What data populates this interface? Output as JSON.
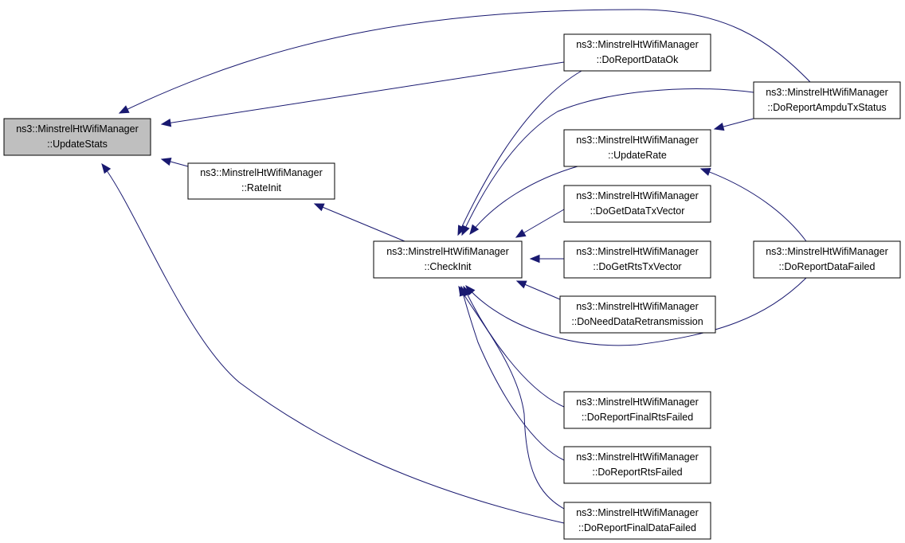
{
  "graph": {
    "colors": {
      "edge": "#191970",
      "focus_fill": "#bfbfbf",
      "node_fill": "#ffffff",
      "border": "#000000"
    },
    "nodes": [
      {
        "id": "update_stats",
        "line1": "ns3::MinstrelHtWifiManager",
        "line2": "::UpdateStats",
        "focus": true
      },
      {
        "id": "rate_init",
        "line1": "ns3::MinstrelHtWifiManager",
        "line2": "::RateInit"
      },
      {
        "id": "check_init",
        "line1": "ns3::MinstrelHtWifiManager",
        "line2": "::CheckInit"
      },
      {
        "id": "do_report_data_ok",
        "line1": "ns3::MinstrelHtWifiManager",
        "line2": "::DoReportDataOk"
      },
      {
        "id": "update_rate",
        "line1": "ns3::MinstrelHtWifiManager",
        "line2": "::UpdateRate"
      },
      {
        "id": "do_get_data_tx_vector",
        "line1": "ns3::MinstrelHtWifiManager",
        "line2": "::DoGetDataTxVector"
      },
      {
        "id": "do_get_rts_tx_vector",
        "line1": "ns3::MinstrelHtWifiManager",
        "line2": "::DoGetRtsTxVector"
      },
      {
        "id": "do_need_data_retransmission",
        "line1": "ns3::MinstrelHtWifiManager",
        "line2": "::DoNeedDataRetransmission"
      },
      {
        "id": "do_report_final_rts_failed",
        "line1": "ns3::MinstrelHtWifiManager",
        "line2": "::DoReportFinalRtsFailed"
      },
      {
        "id": "do_report_rts_failed",
        "line1": "ns3::MinstrelHtWifiManager",
        "line2": "::DoReportRtsFailed"
      },
      {
        "id": "do_report_final_data_failed",
        "line1": "ns3::MinstrelHtWifiManager",
        "line2": "::DoReportFinalDataFailed"
      },
      {
        "id": "do_report_ampdu_tx_status",
        "line1": "ns3::MinstrelHtWifiManager",
        "line2": "::DoReportAmpduTxStatus"
      },
      {
        "id": "do_report_data_failed",
        "line1": "ns3::MinstrelHtWifiManager",
        "line2": "::DoReportDataFailed"
      }
    ],
    "edges": [
      {
        "from": "rate_init",
        "to": "update_stats"
      },
      {
        "from": "do_report_data_ok",
        "to": "update_stats"
      },
      {
        "from": "do_report_ampdu_tx_status",
        "to": "update_stats"
      },
      {
        "from": "do_report_final_data_failed",
        "to": "update_stats"
      },
      {
        "from": "check_init",
        "to": "rate_init"
      },
      {
        "from": "do_report_data_ok",
        "to": "check_init"
      },
      {
        "from": "do_report_ampdu_tx_status",
        "to": "check_init"
      },
      {
        "from": "update_rate",
        "to": "check_init"
      },
      {
        "from": "do_get_data_tx_vector",
        "to": "check_init"
      },
      {
        "from": "do_get_rts_tx_vector",
        "to": "check_init"
      },
      {
        "from": "do_need_data_retransmission",
        "to": "check_init"
      },
      {
        "from": "do_report_data_failed",
        "to": "check_init"
      },
      {
        "from": "do_report_final_rts_failed",
        "to": "check_init"
      },
      {
        "from": "do_report_rts_failed",
        "to": "check_init"
      },
      {
        "from": "do_report_final_data_failed",
        "to": "check_init"
      },
      {
        "from": "do_report_ampdu_tx_status",
        "to": "update_rate"
      },
      {
        "from": "do_report_data_failed",
        "to": "update_rate"
      }
    ]
  }
}
